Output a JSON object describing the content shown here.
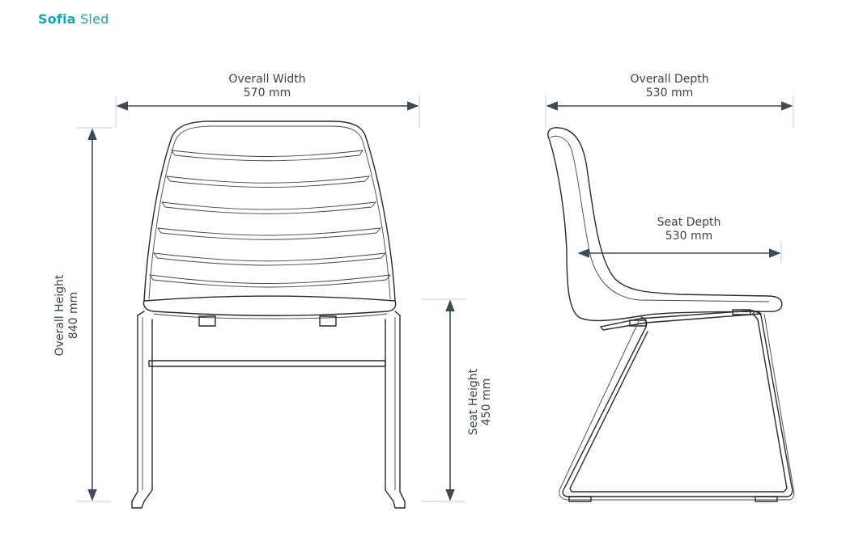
{
  "title": {
    "brand": "Sofia",
    "model": "Sled",
    "color": "#1aa3b0"
  },
  "dimensions": {
    "overall_width": {
      "label": "Overall Width",
      "value": "570 mm"
    },
    "overall_height": {
      "label": "Overall Height",
      "value": "840 mm"
    },
    "seat_height": {
      "label": "Seat Height",
      "value": "450 mm"
    },
    "overall_depth": {
      "label": "Overall Depth",
      "value": "530 mm"
    },
    "seat_depth": {
      "label": "Seat Depth",
      "value": "530 mm"
    }
  },
  "colors": {
    "dimension_line": "#3d4a58",
    "text": "#3a4450"
  }
}
